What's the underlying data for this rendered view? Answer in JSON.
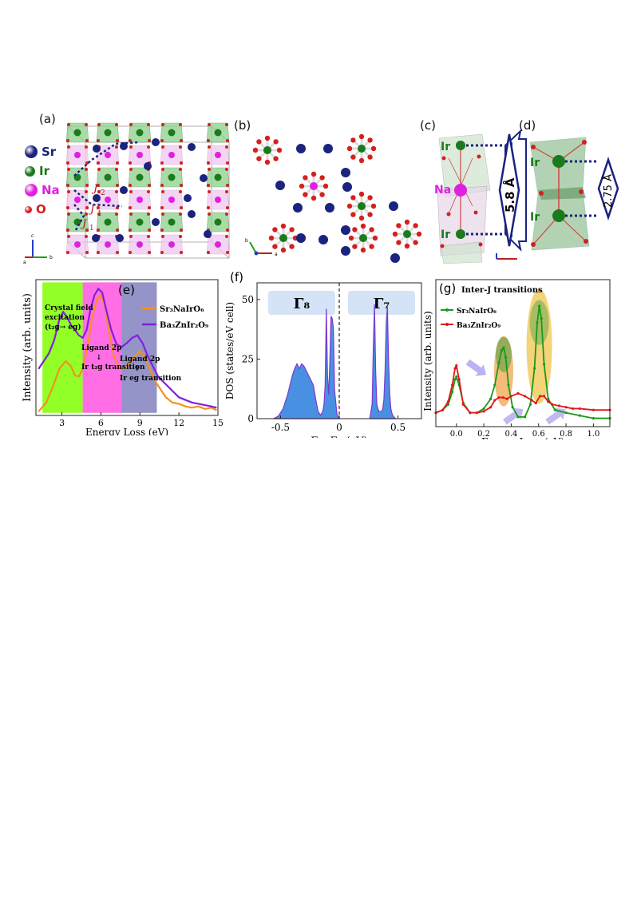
{
  "panels": {
    "a": {
      "label": "(a)",
      "legend": [
        {
          "symbol": "Sr",
          "color": "#1a237e"
        },
        {
          "symbol": "Ir",
          "color": "#1b7a1b"
        },
        {
          "symbol": "Na",
          "color": "#e020e0"
        },
        {
          "symbol": "O",
          "color": "#d42020"
        }
      ],
      "j_labels": [
        "J",
        "J",
        "J"
      ],
      "j_subs": [
        "2",
        "1",
        "1"
      ],
      "axes": [
        "c",
        "a",
        "b"
      ]
    },
    "b": {
      "label": "(b)",
      "axes": [
        "b",
        "a"
      ]
    },
    "c": {
      "label": "(c)",
      "atoms": [
        "Ir",
        "Na",
        "Ir"
      ],
      "distance": "5.8 Å"
    },
    "d": {
      "label": "(d)",
      "atoms": [
        "Ir",
        "Ir"
      ],
      "distance": "2.75 Å"
    }
  },
  "colors": {
    "sr3": "#f5901e",
    "ba3": "#8020e0",
    "dos_fill": "#4a90e2",
    "dos_line": "#7a3ad0",
    "g_green": "#1a9a1a",
    "g_red": "#e21818",
    "ir": "#1b7a1b",
    "na": "#e020e0",
    "o": "#d42020",
    "sr": "#1a237e"
  },
  "chart_data": [
    {
      "panel": "(e)",
      "type": "line",
      "xlabel": "Energy Loss (eV)",
      "ylabel": "Intensity (arb. units)",
      "xlim": [
        1,
        15
      ],
      "ylim": [
        0,
        1.05
      ],
      "xticks": [
        3,
        6,
        9,
        12,
        15
      ],
      "legend_placement": "top-right",
      "series": [
        {
          "name": "Sr₃NaIrO₆",
          "x": [
            1.2,
            1.8,
            2.3,
            2.8,
            3.3,
            3.7,
            4.0,
            4.3,
            4.6,
            5.0,
            5.3,
            5.7,
            6.0,
            6.3,
            6.6,
            7.0,
            7.4,
            7.8,
            8.2,
            8.6,
            9.0,
            9.4,
            9.8,
            10.2,
            10.6,
            11.0,
            11.5,
            12.0,
            12.5,
            13.0,
            13.5,
            14.0,
            14.5,
            14.9
          ],
          "y": [
            0.03,
            0.1,
            0.22,
            0.36,
            0.42,
            0.38,
            0.31,
            0.3,
            0.36,
            0.55,
            0.75,
            0.9,
            0.93,
            0.85,
            0.66,
            0.46,
            0.37,
            0.36,
            0.4,
            0.46,
            0.5,
            0.45,
            0.35,
            0.26,
            0.2,
            0.14,
            0.1,
            0.09,
            0.07,
            0.06,
            0.07,
            0.05,
            0.06,
            0.04
          ]
        },
        {
          "name": "Ba₃ZnIr₂O₉",
          "x": [
            1.2,
            1.6,
            2.0,
            2.4,
            2.8,
            3.1,
            3.4,
            3.7,
            4.0,
            4.3,
            4.6,
            4.9,
            5.2,
            5.5,
            5.8,
            6.1,
            6.4,
            6.8,
            7.2,
            7.6,
            8.0,
            8.4,
            8.8,
            9.2,
            9.6,
            10.0,
            10.4,
            10.8,
            11.2,
            11.6,
            12.0,
            12.5,
            13.0,
            13.5,
            14.0,
            14.5,
            14.9
          ],
          "y": [
            0.36,
            0.42,
            0.48,
            0.58,
            0.74,
            0.8,
            0.76,
            0.7,
            0.66,
            0.62,
            0.6,
            0.66,
            0.82,
            0.93,
            0.98,
            0.95,
            0.82,
            0.66,
            0.55,
            0.53,
            0.56,
            0.6,
            0.62,
            0.56,
            0.46,
            0.38,
            0.3,
            0.26,
            0.22,
            0.18,
            0.14,
            0.12,
            0.1,
            0.09,
            0.08,
            0.07,
            0.06
          ]
        }
      ],
      "regions": [
        {
          "x0": 1.5,
          "x1": 4.6,
          "color": "#7fff00",
          "label_lines": [
            "Crystal field",
            "excitation",
            "(t₂g→ eg)"
          ]
        },
        {
          "x0": 4.6,
          "x1": 7.6,
          "color": "#ff55e0",
          "label_lines": [
            "Ligand 2p",
            "↓",
            "Ir t₂g transition"
          ]
        },
        {
          "x0": 7.6,
          "x1": 10.3,
          "color": "#5a5aaa",
          "label_lines": [
            "Ligand 2p",
            "↓",
            "Ir eg transition"
          ]
        }
      ]
    },
    {
      "panel": "(f)",
      "type": "area",
      "xlabel": "E – E",
      "xlabel_sub": "F",
      "xlabel_unit": " (eV)",
      "ylabel": "DOS (states/eV cell)",
      "xlim": [
        -0.7,
        0.7
      ],
      "ylim": [
        0,
        57
      ],
      "xticks": [
        -0.5,
        0,
        0.5
      ],
      "xtick_labels": [
        "-0.5",
        "0",
        "0.5"
      ],
      "yticks": [
        0,
        25,
        50
      ],
      "fermi_line": 0,
      "band_labels": [
        {
          "text": "Γ₈",
          "x": -0.32
        },
        {
          "text": "Γ₇",
          "x": 0.36
        }
      ],
      "x": [
        -0.56,
        -0.52,
        -0.48,
        -0.44,
        -0.42,
        -0.4,
        -0.38,
        -0.36,
        -0.34,
        -0.32,
        -0.3,
        -0.28,
        -0.26,
        -0.24,
        -0.22,
        -0.2,
        -0.18,
        -0.16,
        -0.14,
        -0.13,
        -0.12,
        -0.11,
        -0.1,
        -0.09,
        -0.08,
        -0.07,
        -0.06,
        -0.05,
        -0.04,
        -0.02,
        0.0,
        0.26,
        0.28,
        0.29,
        0.3,
        0.31,
        0.32,
        0.33,
        0.34,
        0.35,
        0.36,
        0.37,
        0.38,
        0.39,
        0.4,
        0.41,
        0.42,
        0.43,
        0.44,
        0.45,
        0.46,
        0.48
      ],
      "y": [
        0,
        1,
        4,
        10,
        14,
        18,
        21,
        23,
        21,
        23,
        22,
        20,
        18,
        16,
        14,
        8,
        3,
        1.5,
        3,
        6,
        14,
        46,
        18,
        10,
        24,
        43,
        42,
        38,
        12,
        2,
        0,
        0,
        6,
        30,
        48,
        20,
        6,
        4,
        3,
        3,
        3,
        4,
        8,
        20,
        40,
        47,
        24,
        10,
        4,
        2,
        1,
        0
      ]
    },
    {
      "panel": "(g)",
      "type": "line",
      "xlabel": "Energy Loss (eV)",
      "ylabel": "Intensity (arb. units)",
      "annotation": "Inter-J transitions",
      "xlim": [
        -0.15,
        1.12
      ],
      "ylim": [
        0,
        1.06
      ],
      "xticks": [
        0.0,
        0.2,
        0.4,
        0.6,
        0.8,
        1.0
      ],
      "legend_placement": "top-left",
      "series": [
        {
          "name": "Sr₃NaIrO₆",
          "x": [
            -0.15,
            -0.1,
            -0.06,
            -0.03,
            -0.01,
            0.0,
            0.02,
            0.05,
            0.1,
            0.15,
            0.2,
            0.25,
            0.28,
            0.31,
            0.33,
            0.345,
            0.36,
            0.38,
            0.41,
            0.45,
            0.5,
            0.54,
            0.57,
            0.59,
            0.605,
            0.62,
            0.64,
            0.67,
            0.72,
            0.8,
            0.9,
            1.0,
            1.12
          ],
          "y": [
            0.1,
            0.12,
            0.16,
            0.25,
            0.34,
            0.36,
            0.3,
            0.17,
            0.1,
            0.1,
            0.13,
            0.2,
            0.3,
            0.46,
            0.55,
            0.57,
            0.5,
            0.3,
            0.14,
            0.07,
            0.07,
            0.16,
            0.42,
            0.75,
            0.87,
            0.78,
            0.45,
            0.2,
            0.12,
            0.1,
            0.08,
            0.06,
            0.06
          ]
        },
        {
          "name": "Ba₃ZnIr₂O₉",
          "x": [
            -0.15,
            -0.1,
            -0.06,
            -0.03,
            -0.01,
            0.0,
            0.02,
            0.05,
            0.1,
            0.15,
            0.2,
            0.25,
            0.28,
            0.31,
            0.34,
            0.37,
            0.4,
            0.45,
            0.5,
            0.55,
            0.58,
            0.61,
            0.64,
            0.67,
            0.7,
            0.75,
            0.8,
            0.85,
            0.9,
            1.0,
            1.12
          ],
          "y": [
            0.1,
            0.12,
            0.18,
            0.3,
            0.42,
            0.44,
            0.34,
            0.16,
            0.1,
            0.1,
            0.11,
            0.14,
            0.19,
            0.21,
            0.21,
            0.2,
            0.22,
            0.24,
            0.22,
            0.19,
            0.17,
            0.22,
            0.22,
            0.18,
            0.16,
            0.15,
            0.14,
            0.13,
            0.13,
            0.12,
            0.12
          ]
        }
      ]
    }
  ]
}
